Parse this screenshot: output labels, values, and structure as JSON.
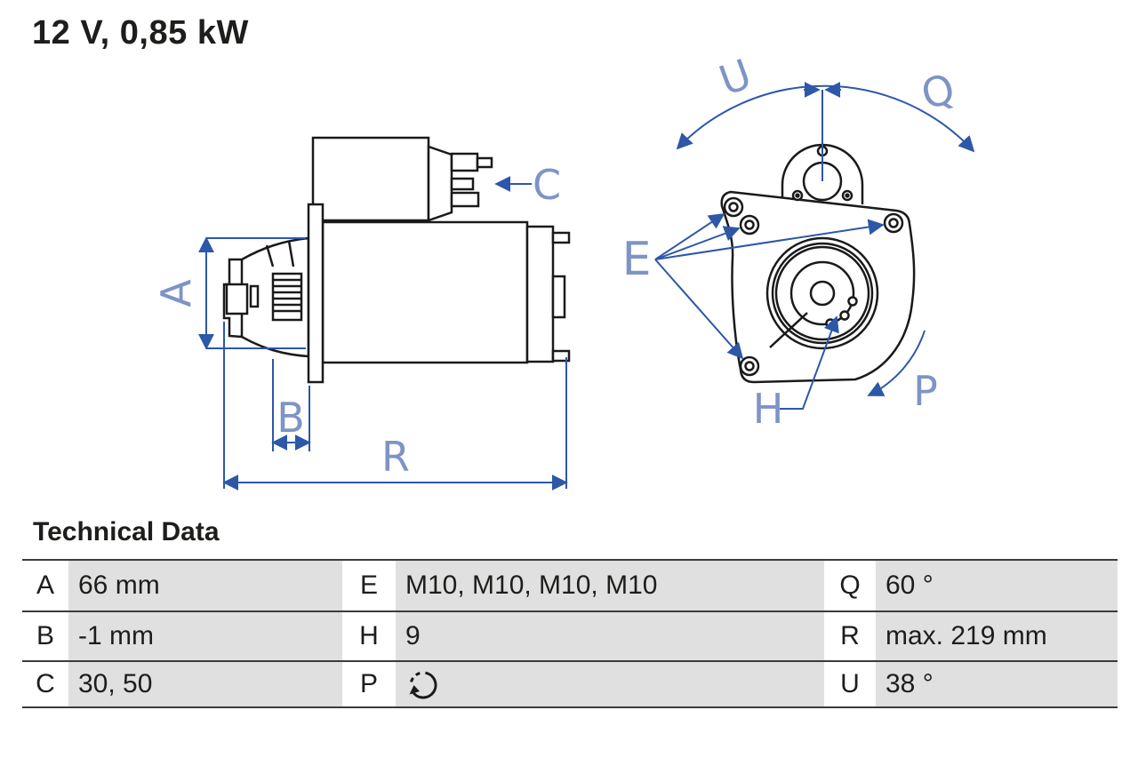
{
  "title": "12 V, 0,85 kW",
  "section_heading": "Technical Data",
  "diagram": {
    "labels": {
      "a": "A",
      "b": "B",
      "c": "C",
      "r": "R",
      "u": "U",
      "q": "Q",
      "e": "E",
      "h": "H",
      "p": "P"
    }
  },
  "table": {
    "rows": [
      {
        "cells": [
          {
            "key": "A",
            "value": "66 mm"
          },
          {
            "key": "E",
            "value": "M10, M10, M10, M10"
          },
          {
            "key": "Q",
            "value": "60 °"
          }
        ]
      },
      {
        "cells": [
          {
            "key": "B",
            "value": "-1 mm"
          },
          {
            "key": "H",
            "value": "9"
          },
          {
            "key": "R",
            "value": "max. 219 mm"
          }
        ]
      },
      {
        "cells": [
          {
            "key": "C",
            "value": "30, 50"
          },
          {
            "key": "P",
            "value": "",
            "icon": "clockwise-rotation"
          },
          {
            "key": "U",
            "value": "38 °"
          }
        ]
      }
    ]
  },
  "colors": {
    "dimension_blue": "#2d57a9",
    "label_blue": "#7e94c6",
    "drawing_black": "#1a1a1a",
    "cell_gray": "#e0e0e0",
    "border_dark": "#3b3b39",
    "text_dark": "#1d1d1b"
  }
}
